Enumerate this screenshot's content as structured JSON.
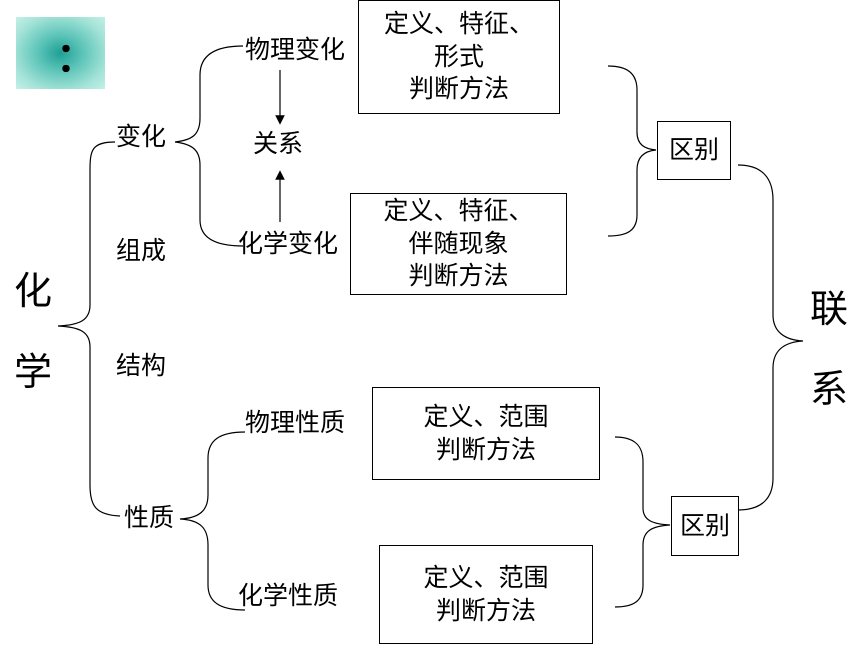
{
  "badge": {
    "text": "：",
    "color": "#1f9f95"
  },
  "root": {
    "chars": [
      "化",
      "学"
    ]
  },
  "branches": {
    "change": "变化",
    "composition": "组成",
    "structure": "结构",
    "property": "性质"
  },
  "change": {
    "physical": "物理变化",
    "chemical": "化学变化",
    "relation": "关系",
    "physical_box": [
      "定义、特征、",
      "形式",
      "判断方法"
    ],
    "chemical_box": [
      "定义、特征、",
      "伴随现象",
      "判断方法"
    ],
    "difference": "区别"
  },
  "property": {
    "physical": "物理性质",
    "chemical": "化学性质",
    "physical_box": [
      "定义、范围",
      "判断方法"
    ],
    "chemical_box": [
      "定义、范围",
      "判断方法"
    ],
    "difference": "区别"
  },
  "connection": {
    "chars": [
      "联",
      "系"
    ]
  }
}
